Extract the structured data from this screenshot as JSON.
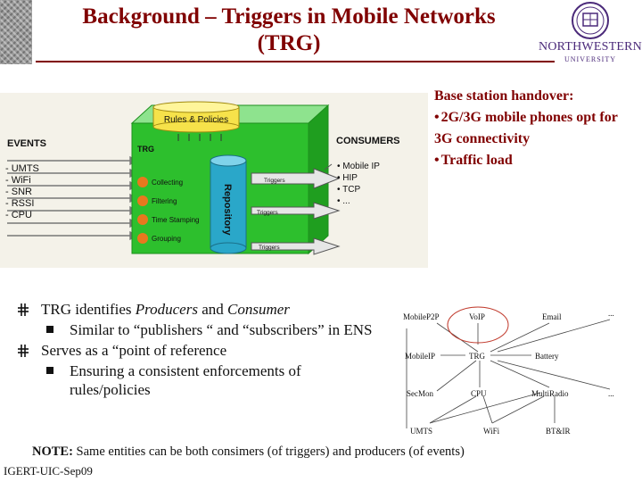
{
  "title": {
    "line1": "Background – Triggers in Mobile Networks",
    "line2": "(TRG)"
  },
  "logo": {
    "name": "NORTHWESTERN",
    "sub": "UNIVERSITY"
  },
  "right_box": {
    "heading": "Base station handover:",
    "item1": "2G/3G mobile phones opt for 3G connectivity",
    "item2": "Traffic load"
  },
  "diagram": {
    "events_label": "EVENTS",
    "events": [
      "UMTS",
      "WiFi",
      "SNR",
      "RSSI",
      "CPU"
    ],
    "rules_label": "Rules & Policies",
    "trg_label": "TRG",
    "steps": [
      "Collecting",
      "Filtering",
      "Time Stamping",
      "Grouping"
    ],
    "repository_label": "Repository",
    "triggers_label": "Triggers",
    "consumers_label": "CONSUMERS",
    "consumers": [
      "Mobile IP",
      "HIP",
      "TCP",
      "..."
    ]
  },
  "bullets": {
    "b1_prefix": "TRG identifies ",
    "b1_producers": "Producers",
    "b1_and": " and ",
    "b1_consumer": "Consumer",
    "b1_sub": "Similar to “publishers “ and “subscribers” in ENS",
    "b2": "Serves as a “point of reference",
    "b2_sub": "Ensuring a consistent enforcements of rules/policies"
  },
  "graph": {
    "nodes": [
      "MobileP2P",
      "VoIP",
      "Email",
      "...",
      "MobileIP",
      "TRG",
      "Battery",
      "SecMon",
      "CPU",
      "MultiRadio",
      "...",
      "UMTS",
      "WiFi",
      "BT&IR"
    ]
  },
  "note": {
    "bold": "NOTE:",
    "text": " Same entities can be both consimers (of triggers) and producers (of events)"
  },
  "footer": "IGERT-UIC-Sep09",
  "colors": {
    "title": "#800000",
    "trg_green": "#2dbf2d",
    "repository_blue": "#2aa7c9",
    "rules_yellow": "#f6e24a",
    "step_orange": "#e8781e"
  }
}
